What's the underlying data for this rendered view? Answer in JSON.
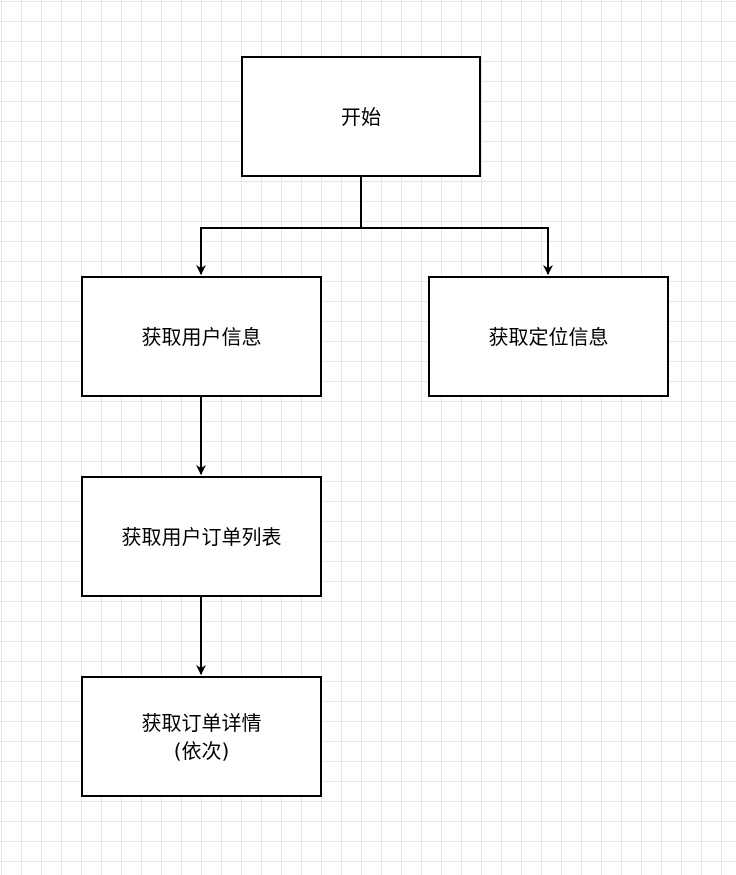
{
  "diagram": {
    "nodes": {
      "start": {
        "label": "开始"
      },
      "get_user_info": {
        "label": "获取用户信息"
      },
      "get_location_info": {
        "label": "获取定位信息"
      },
      "get_user_order_list": {
        "label": "获取用户订单列表"
      },
      "get_order_detail": {
        "label_line1": "获取订单详情",
        "label_line2": "(依次)"
      }
    },
    "edges": [
      {
        "from": "start",
        "to": "get_user_info"
      },
      {
        "from": "start",
        "to": "get_location_info"
      },
      {
        "from": "get_user_info",
        "to": "get_user_order_list"
      },
      {
        "from": "get_user_order_list",
        "to": "get_order_detail"
      }
    ],
    "colors": {
      "stroke": "#000000",
      "node_fill": "#ffffff",
      "grid": "#e6e6e6",
      "background": "#ffffff"
    }
  }
}
